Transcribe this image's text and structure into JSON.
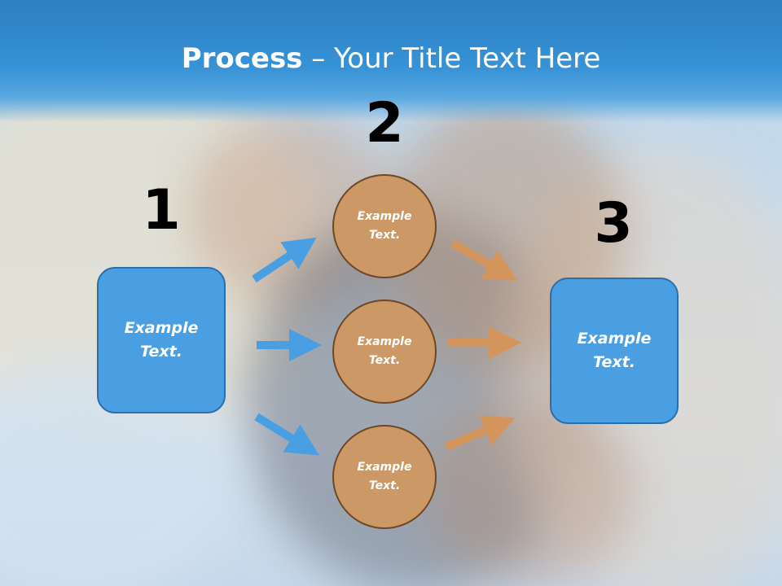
{
  "slide": {
    "title_bold": "Process",
    "title_rest": " – Your Title Text Here"
  },
  "steps": {
    "step1": {
      "number": "1",
      "text": "Example Text."
    },
    "step2": {
      "number": "2"
    },
    "step3": {
      "number": "3",
      "text": "Example Text."
    }
  },
  "circles": [
    {
      "text": "Example Text."
    },
    {
      "text": "Example Text."
    },
    {
      "text": "Example Text."
    }
  ],
  "colors": {
    "header_blue": "#3692d6",
    "box_blue": "#4a9fe3",
    "circle_tan": "#cc9966",
    "arrow_blue": "#4a9fe3",
    "arrow_tan": "#d4955d"
  }
}
